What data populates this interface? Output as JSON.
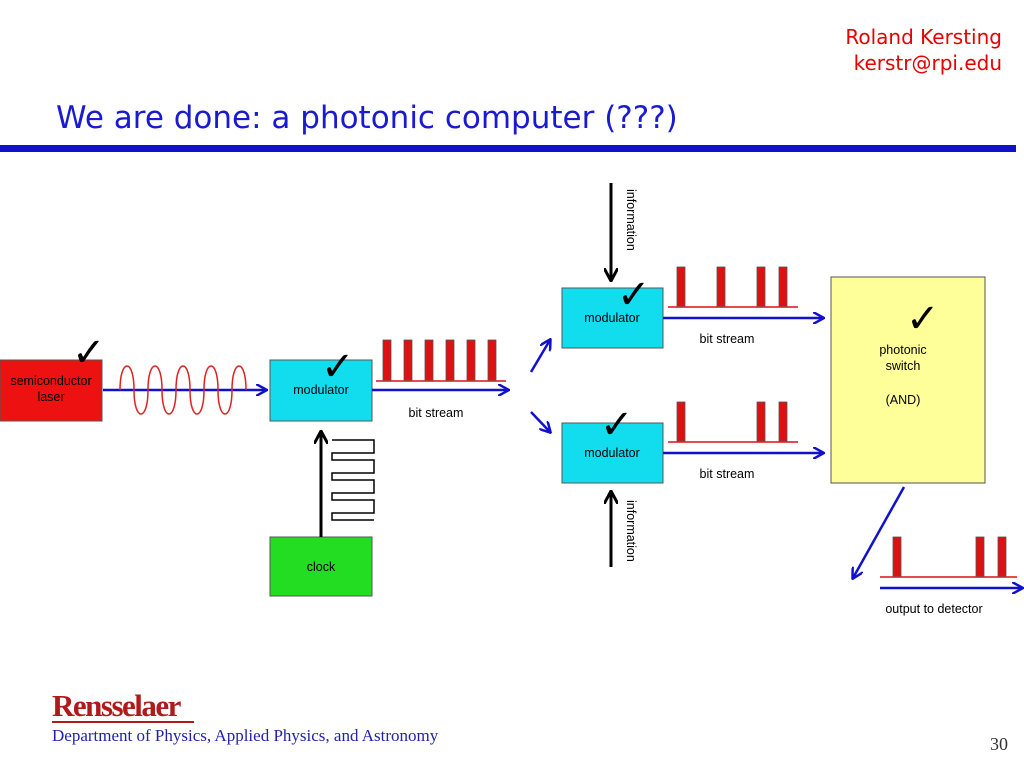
{
  "header": {
    "author_name": "Roland Kersting",
    "author_email": "kerstr@rpi.edu",
    "title": "We are done: a photonic computer (???)"
  },
  "diagram": {
    "laser_label_line1": "semiconductor",
    "laser_label_line2": "laser",
    "modulator_main_label": "modulator",
    "clock_label": "clock",
    "modulator_top_label": "modulator",
    "modulator_bottom_label": "modulator",
    "switch_line1": "photonic",
    "switch_line2": "switch",
    "switch_line3": "(AND)",
    "bit_stream_main": "bit stream",
    "bit_stream_top": "bit stream",
    "bit_stream_bottom": "bit stream",
    "information_top": "information",
    "information_bottom": "information",
    "output_label": "output to detector",
    "checkmark_glyph": "✓",
    "colors": {
      "laser": "#ee1111",
      "modulator": "#11ddee",
      "clock": "#22dd22",
      "switch": "#ffff99",
      "arrow": "#1111cc",
      "pulse": "#dd1111"
    }
  },
  "footer": {
    "logo": "Rensselaer",
    "department": "Department of Physics, Applied Physics, and Astronomy",
    "page_number": "30"
  }
}
